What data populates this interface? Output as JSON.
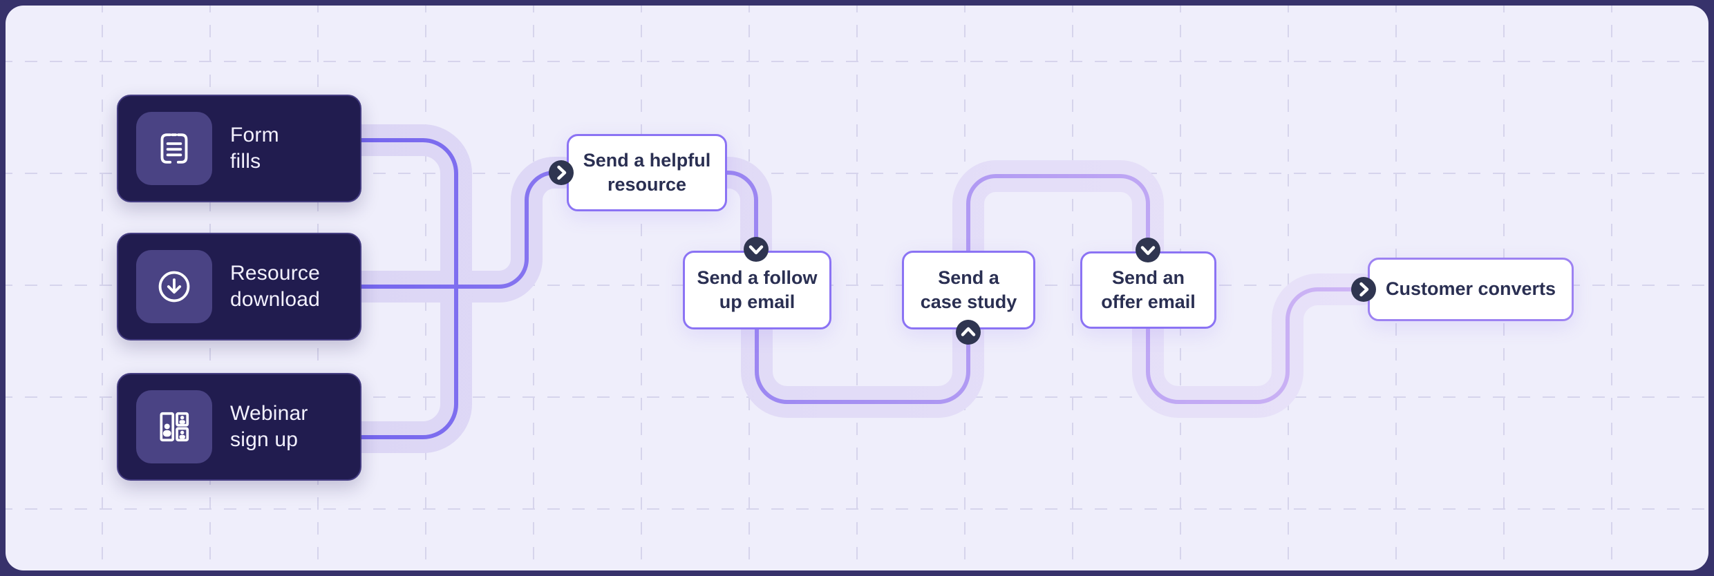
{
  "canvas": {
    "background_color": "#efeefb",
    "frame_color": "#37326b",
    "grid_color": "#d6d4ec",
    "glow_color": "#ded9f6"
  },
  "sources": [
    {
      "label": "Form\nfills",
      "icon": "form-fills-icon"
    },
    {
      "label": "Resource\ndownload",
      "icon": "resource-download-icon"
    },
    {
      "label": "Webinar\nsign up",
      "icon": "webinar-signup-icon"
    }
  ],
  "steps": [
    {
      "label": "Send a helpful\nresource",
      "badge_icon": "chevron-right-icon"
    },
    {
      "label": "Send a follow\nup email",
      "badge_icon": "chevron-down-icon"
    },
    {
      "label": "Send a\ncase study",
      "badge_icon": "chevron-up-icon"
    },
    {
      "label": "Send an\noffer email",
      "badge_icon": "chevron-down-icon"
    },
    {
      "label": "Customer converts",
      "badge_icon": "chevron-right-icon"
    }
  ],
  "edges": [
    {
      "from": "form-fills",
      "to": "send-a-helpful-resource"
    },
    {
      "from": "resource-download",
      "to": "send-a-helpful-resource"
    },
    {
      "from": "webinar-sign-up",
      "to": "send-a-helpful-resource"
    },
    {
      "from": "send-a-helpful-resource",
      "to": "send-a-follow-up-email"
    },
    {
      "from": "send-a-follow-up-email",
      "to": "send-a-case-study"
    },
    {
      "from": "send-a-case-study",
      "to": "send-an-offer-email"
    },
    {
      "from": "send-an-offer-email",
      "to": "customer-converts"
    }
  ],
  "colors": {
    "line_start": "#7365ee",
    "line_end": "#d0b7f5",
    "node_border": "#8b73f4",
    "node_text": "#2a2f52",
    "badge_background": "#2f3550",
    "source_background": "#211c4f",
    "source_tile": "#4a4384",
    "source_text": "#f3f1fe"
  }
}
